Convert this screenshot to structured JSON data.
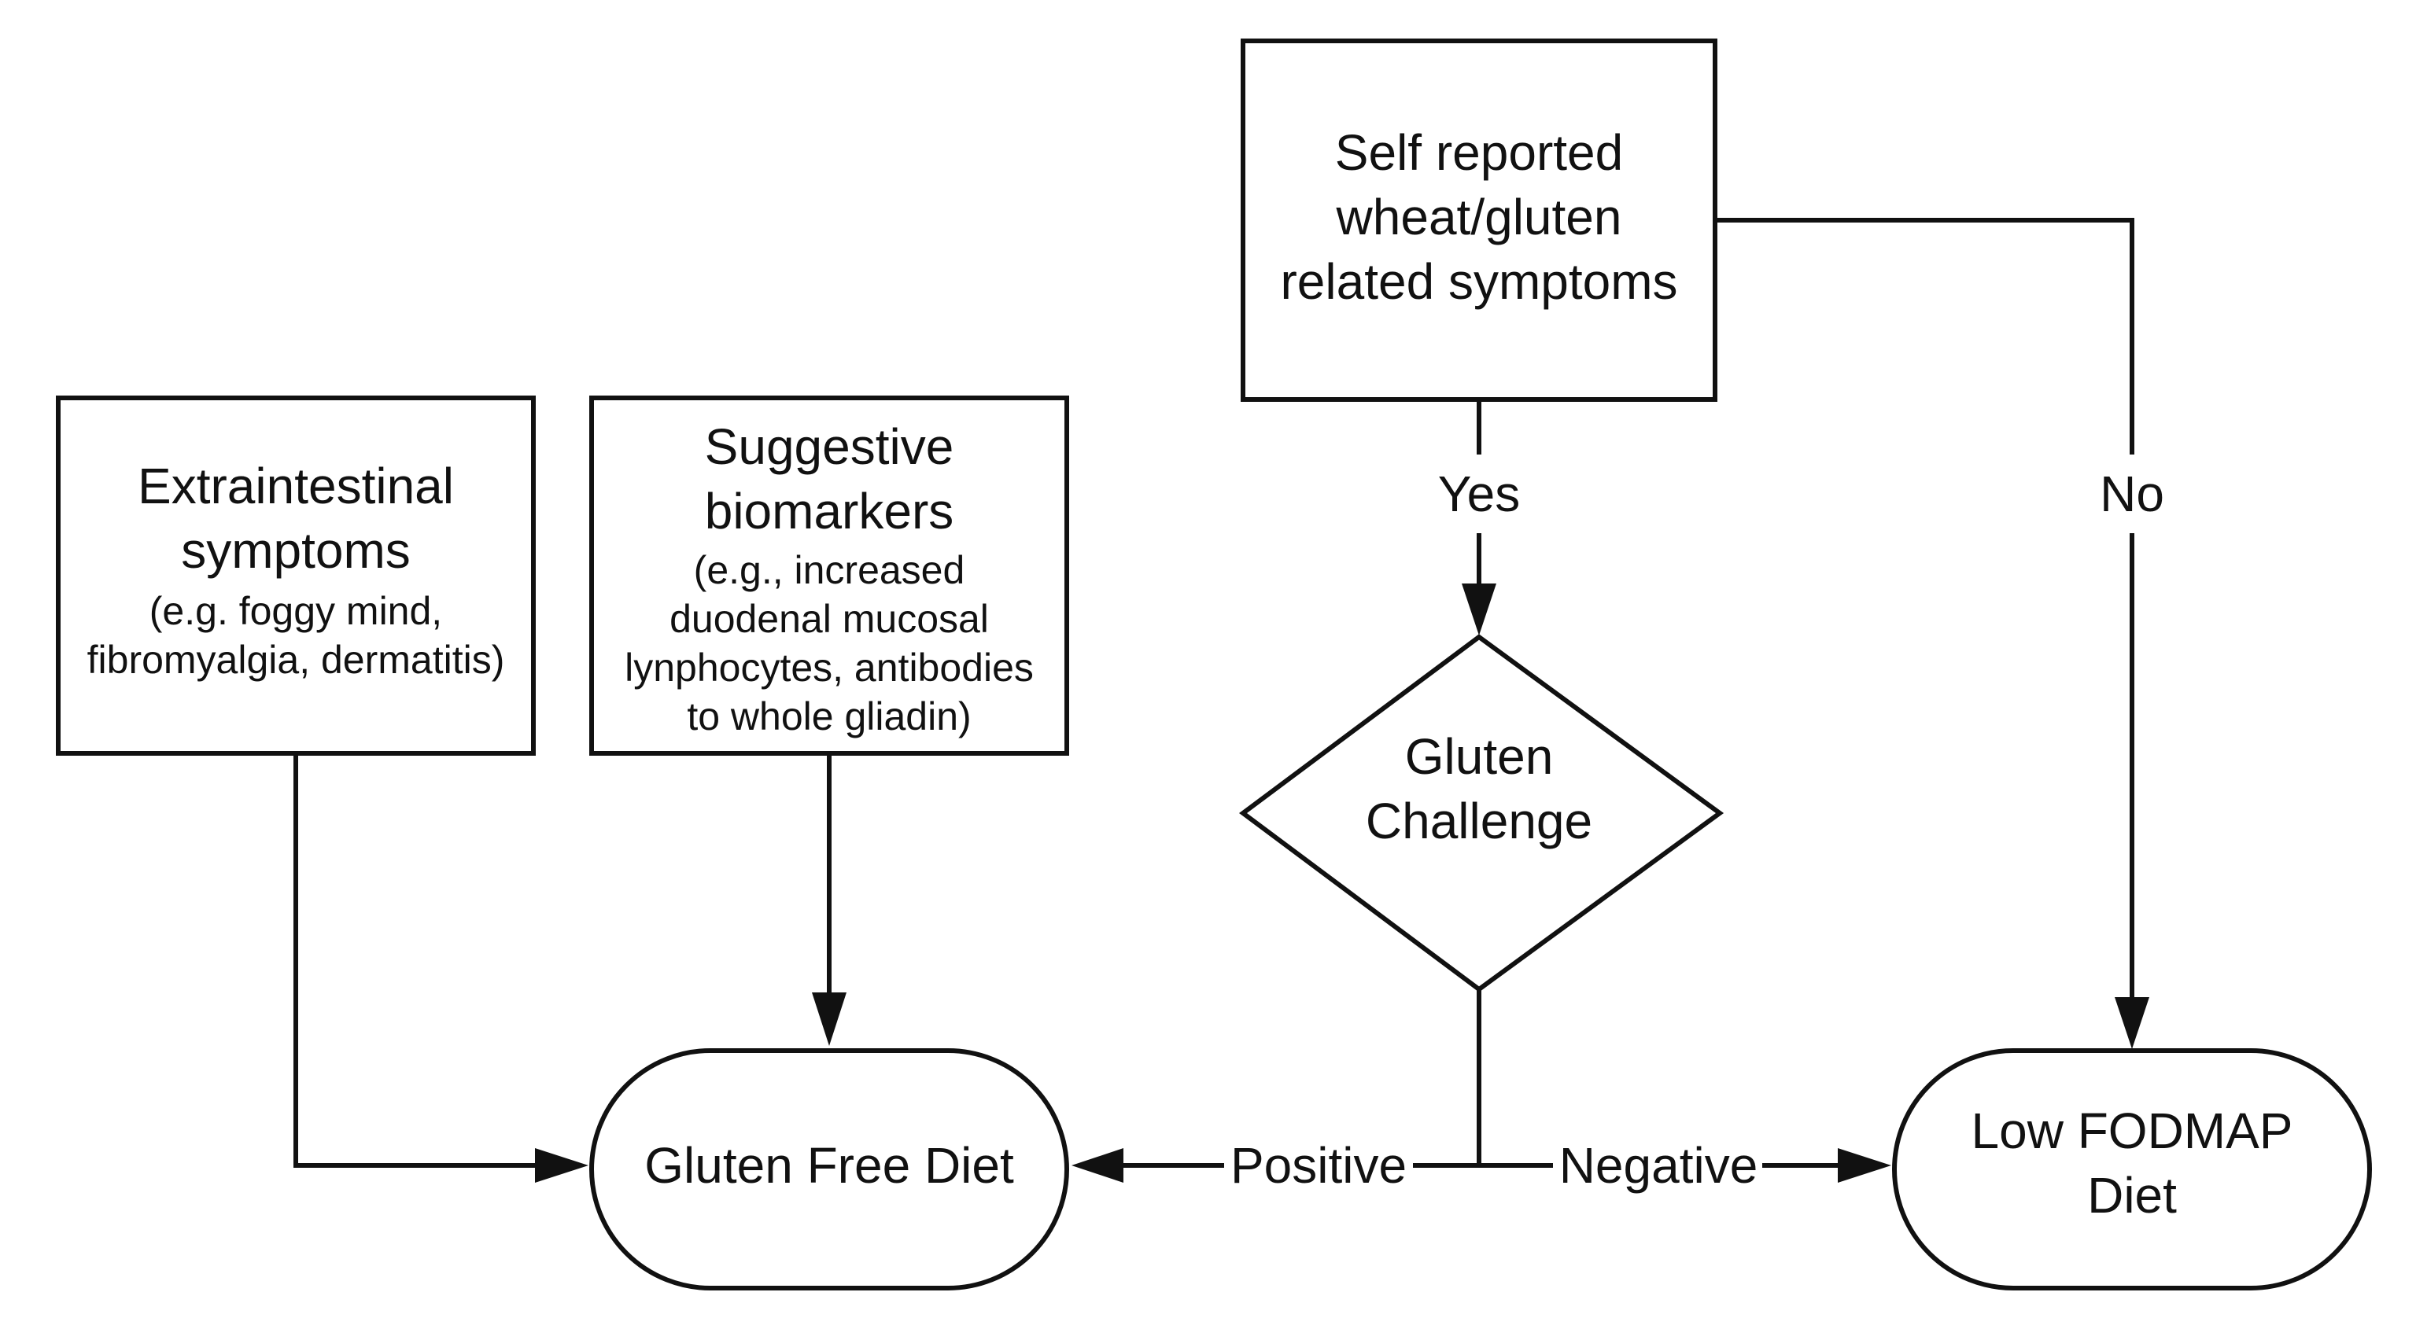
{
  "nodes": {
    "self_reported": {
      "lines": [
        "Self reported",
        "wheat/gluten",
        "related symptoms"
      ]
    },
    "extraintestinal": {
      "title_lines": [
        "Extraintestinal",
        "symptoms"
      ],
      "detail_lines": [
        "(e.g. foggy mind,",
        "fibromyalgia, dermatitis)"
      ]
    },
    "biomarkers": {
      "title_lines": [
        "Suggestive",
        "biomarkers"
      ],
      "detail_lines": [
        "(e.g., increased",
        "duodenal mucosal",
        "lynphocytes, antibodies",
        "to whole gliadin)"
      ]
    },
    "gluten_challenge": {
      "lines": [
        "Gluten",
        "Challenge"
      ]
    },
    "gluten_free_diet": {
      "lines": [
        "Gluten Free Diet"
      ]
    },
    "low_fodmap_diet": {
      "lines": [
        "Low FODMAP",
        "Diet"
      ]
    }
  },
  "edge_labels": {
    "yes": "Yes",
    "no": "No",
    "positive": "Positive",
    "negative": "Negative"
  }
}
